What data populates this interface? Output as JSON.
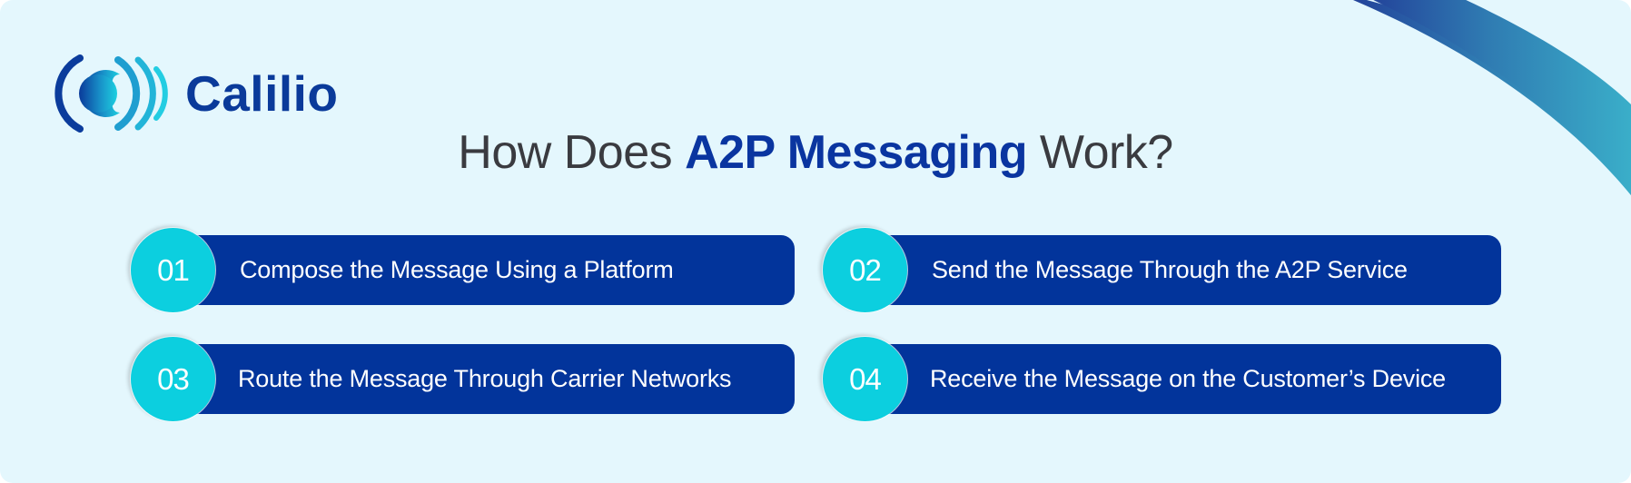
{
  "brand": {
    "name": "Calilio",
    "logo_icon": "calilio-signal-logo-icon",
    "colors": {
      "primary": "#0a3a9a",
      "accent": "#0ccfdf",
      "bar": "#02349b",
      "background": "#e4f7fd"
    }
  },
  "header": {
    "title_prefix": "How Does ",
    "title_highlight": "A2P Messaging",
    "title_suffix": " Work?"
  },
  "steps": [
    {
      "number": "01",
      "label": "Compose the Message Using a Platform"
    },
    {
      "number": "02",
      "label": "Send the Message Through the A2P Service"
    },
    {
      "number": "03",
      "label": "Route the Message Through Carrier Networks"
    },
    {
      "number": "04",
      "label": "Receive the Message on the Customer’s Device"
    }
  ]
}
